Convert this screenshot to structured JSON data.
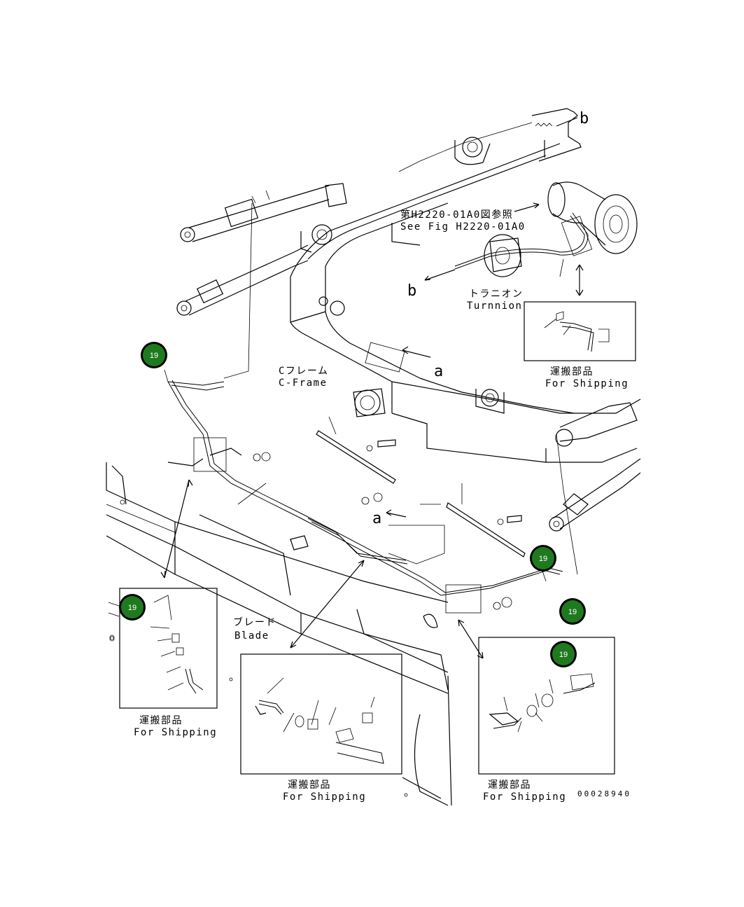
{
  "labels": {
    "ref_jp": "第H2220-01A0図参照",
    "ref_en": "See Fig H2220-01A0",
    "trunnion_jp": "トラニオン",
    "trunnion_en": "Turnnion",
    "cframe_jp": "Cフレーム",
    "cframe_en": "C-Frame",
    "blade_jp": "ブレード",
    "blade_en": "Blade",
    "shipping_jp": "運搬部品",
    "shipping_en": "For Shipping",
    "view_a": "a",
    "view_b": "b",
    "drawing_number": "00028940"
  },
  "callouts": [
    {
      "number": "19",
      "color": "#1f7a1f"
    },
    {
      "number": "19",
      "color": "#1f7a1f"
    },
    {
      "number": "19",
      "color": "#1f7a1f"
    },
    {
      "number": "19",
      "color": "#1f7a1f"
    },
    {
      "number": "19",
      "color": "#1f7a1f"
    }
  ]
}
